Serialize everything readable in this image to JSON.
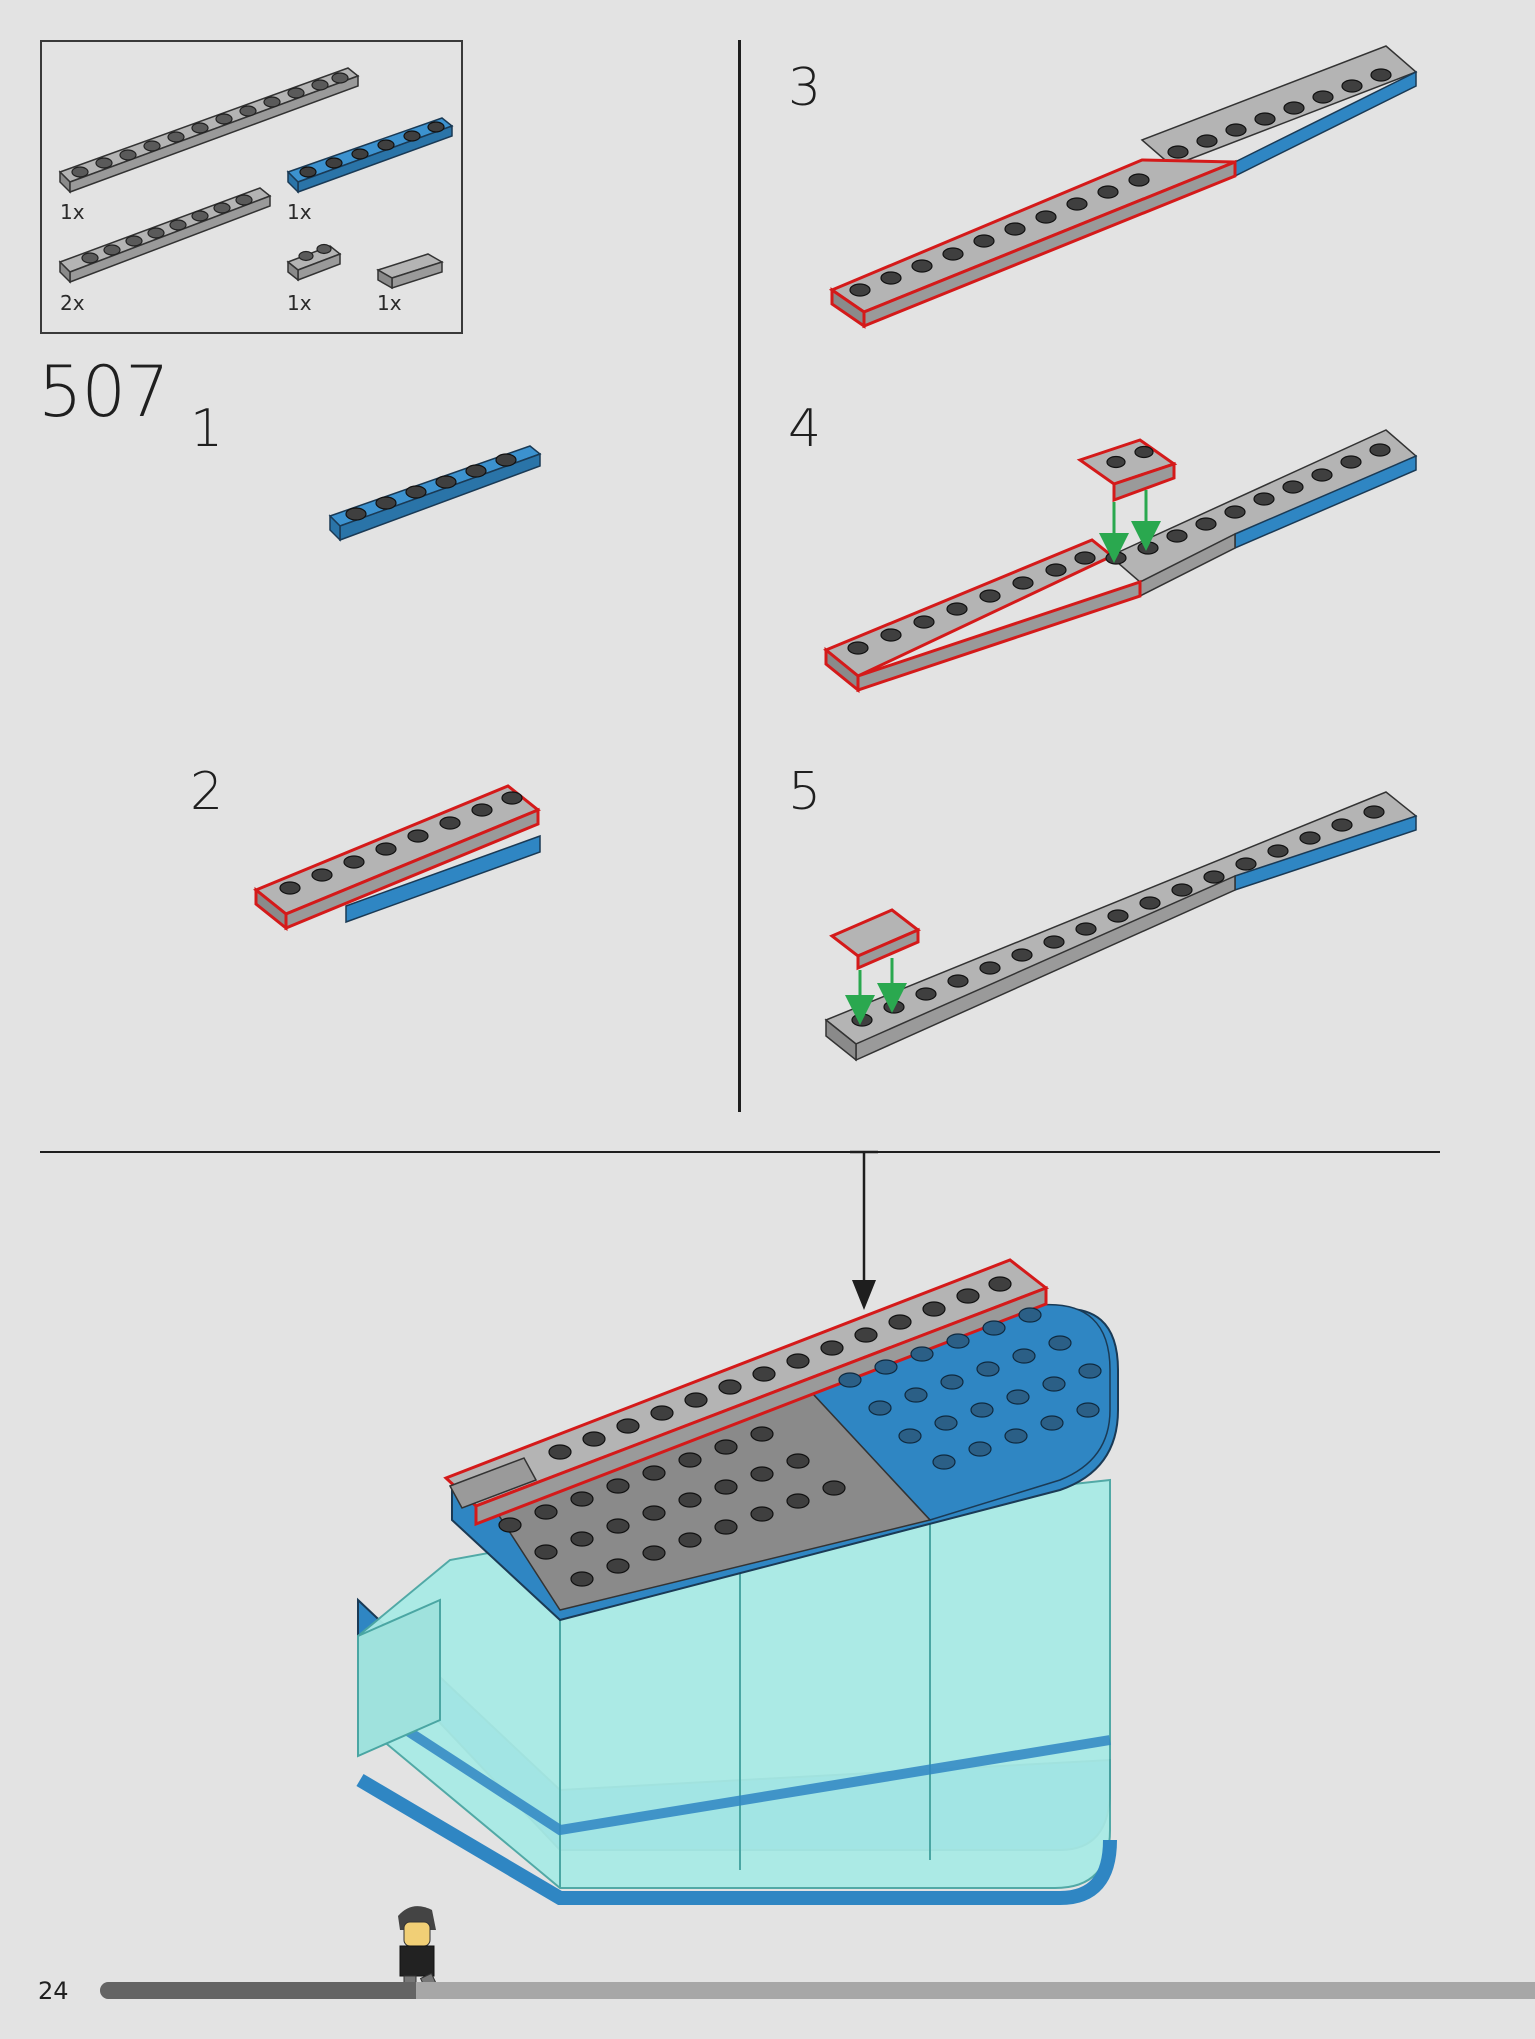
{
  "inventory": {
    "parts": [
      {
        "qty": "1x",
        "name": "plate-1x12-gray",
        "color": "#a8a8a8"
      },
      {
        "qty": "1x",
        "name": "plate-1x6-blue",
        "color": "#2f86c3"
      },
      {
        "qty": "2x",
        "name": "rail-plate-gray",
        "color": "#a8a8a8"
      },
      {
        "qty": "1x",
        "name": "rail-plate-1x2-gray",
        "color": "#a8a8a8"
      },
      {
        "qty": "1x",
        "name": "tile-1x2-gray",
        "color": "#a8a8a8"
      }
    ]
  },
  "set_step": "507",
  "steps": [
    "1",
    "2",
    "3",
    "4",
    "5"
  ],
  "page_number": "24",
  "progress": {
    "fraction": 0.22
  },
  "colors": {
    "background": "#e3e3e3",
    "gray_brick": "#a8a8a8",
    "dark_gray_brick": "#808080",
    "blue_brick": "#2f86c3",
    "highlight": "#d41a1a",
    "arrow_green": "#2aa84f",
    "trans_cyan": "#9ee6e2"
  },
  "icons": [
    "down-arrow-icon",
    "green-arrow-icon",
    "minifigure-icon"
  ]
}
